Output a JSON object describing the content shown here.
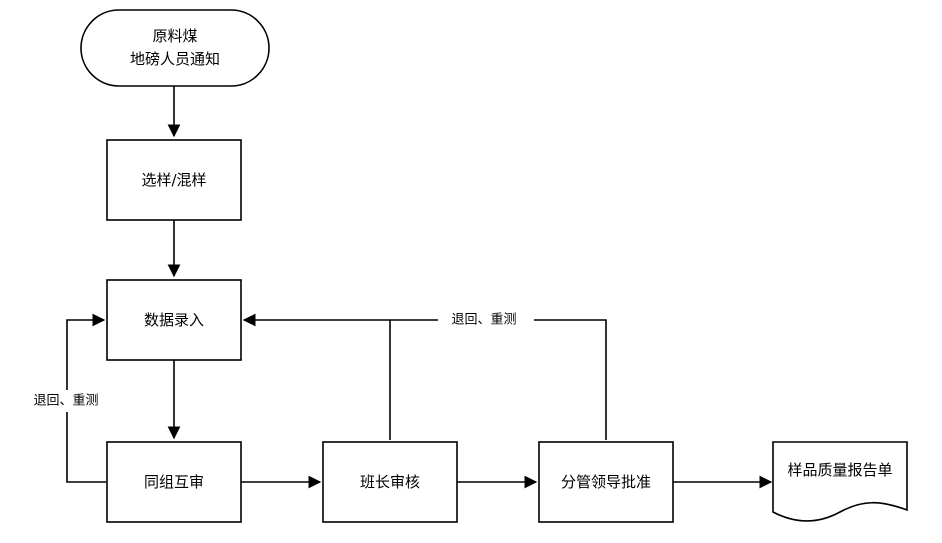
{
  "diagram": {
    "nodes": {
      "start": {
        "lines": [
          "原料煤",
          "地磅人员通知"
        ]
      },
      "select": {
        "label": "选样/混样"
      },
      "entry": {
        "label": "数据录入"
      },
      "peer_review": {
        "label": "同组互审"
      },
      "leader_review": {
        "label": "班长审核"
      },
      "approval": {
        "label": "分管领导批准"
      },
      "report": {
        "label": "样品质量报告单"
      }
    },
    "edges": {
      "left_return_label": "退回、重测",
      "top_return_label": "退回、重测"
    }
  }
}
